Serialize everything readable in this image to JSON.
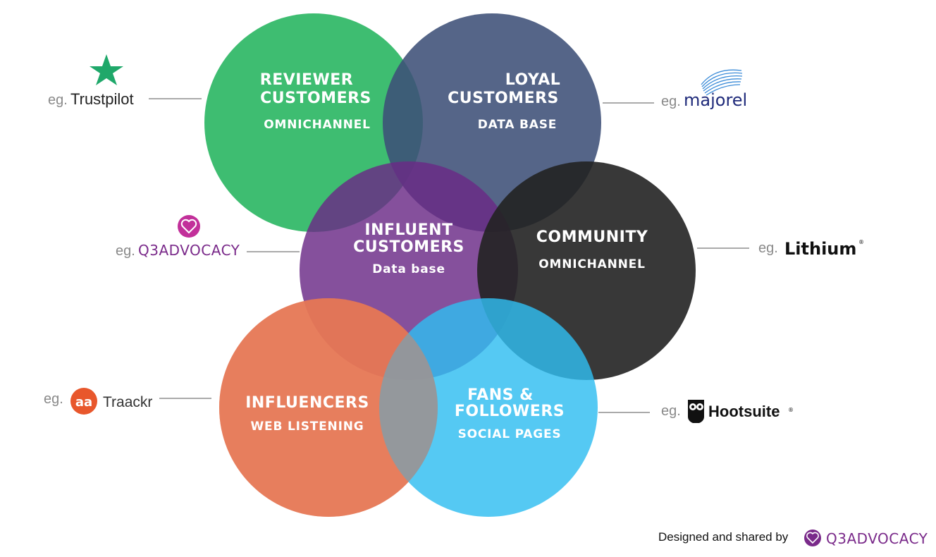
{
  "circles": {
    "reviewer": {
      "title1": "REVIEWER",
      "title2": "CUSTOMERS",
      "sub": "OMNICHANNEL",
      "color": "#2fb866"
    },
    "loyal": {
      "title1": "LOYAL",
      "title2": "CUSTOMERS",
      "sub": "DATA BASE",
      "color": "#3d5077"
    },
    "influent": {
      "title1": "INFLUENT",
      "title2": "CUSTOMERS",
      "sub": "Data base",
      "color": "#6a2a86"
    },
    "community": {
      "title1": "COMMUNITY",
      "sub": "OMNICHANNEL",
      "color": "#222222"
    },
    "influencers": {
      "title1": "INFLUENCERS",
      "sub": "WEB LISTENING",
      "color": "#e67754"
    },
    "fans": {
      "title1": "FANS &",
      "title2": "FOLLOWERS",
      "sub": "SOCIAL PAGES",
      "color": "#2fbdf0"
    }
  },
  "examples": {
    "trustpilot": {
      "prefix": "eg.",
      "brand": "Trustpilot",
      "icon": "star-icon",
      "color": "#1fa86a"
    },
    "majorel": {
      "prefix": "eg.",
      "brand": "majorel",
      "icon": "wave-icon",
      "color": "#1f2a7a"
    },
    "q3advocacy": {
      "prefix": "eg.",
      "brand": "Q3ADVOCACY",
      "icon": "heart-icon",
      "color": "#b0308f"
    },
    "lithium": {
      "prefix": "eg.",
      "brand": "Lithium",
      "mark": "®"
    },
    "traackr": {
      "prefix": "eg.",
      "brand": "Traackr",
      "icon": "aa-icon",
      "icon_text": "aa",
      "color": "#e8572c"
    },
    "hootsuite": {
      "prefix": "eg.",
      "brand": "Hootsuite",
      "mark": "®",
      "icon": "owl-icon"
    }
  },
  "credit": {
    "text": "Designed and shared by",
    "brand": "Q3ADVOCACY",
    "icon": "heart-icon"
  }
}
